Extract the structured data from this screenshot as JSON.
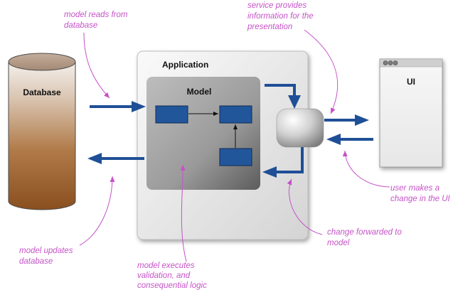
{
  "colors": {
    "accent_arrow": "#1f4f96",
    "annotation": "#c552c7",
    "model_block": "#22569b",
    "database_top": "#b7a08c",
    "database_body": "#9a5d2a"
  },
  "nodes": {
    "database": {
      "label": "Database"
    },
    "application": {
      "label": "Application"
    },
    "model": {
      "label": "Model"
    },
    "ui": {
      "label": "UI",
      "window_buttons_icon": "window-traffic-lights-icon"
    },
    "service": {
      "label": ""
    }
  },
  "annotations": {
    "model_reads": [
      "model reads from",
      "database"
    ],
    "service_provides": [
      "service provides",
      "information for the",
      "presentation"
    ],
    "user_change": [
      "user makes a",
      "change in the UI"
    ],
    "change_forwarded": [
      "change forwarded to",
      "model"
    ],
    "model_executes": [
      "model executes",
      "validation, and",
      "consequential logic"
    ],
    "model_updates": [
      "model updates",
      "database"
    ]
  }
}
